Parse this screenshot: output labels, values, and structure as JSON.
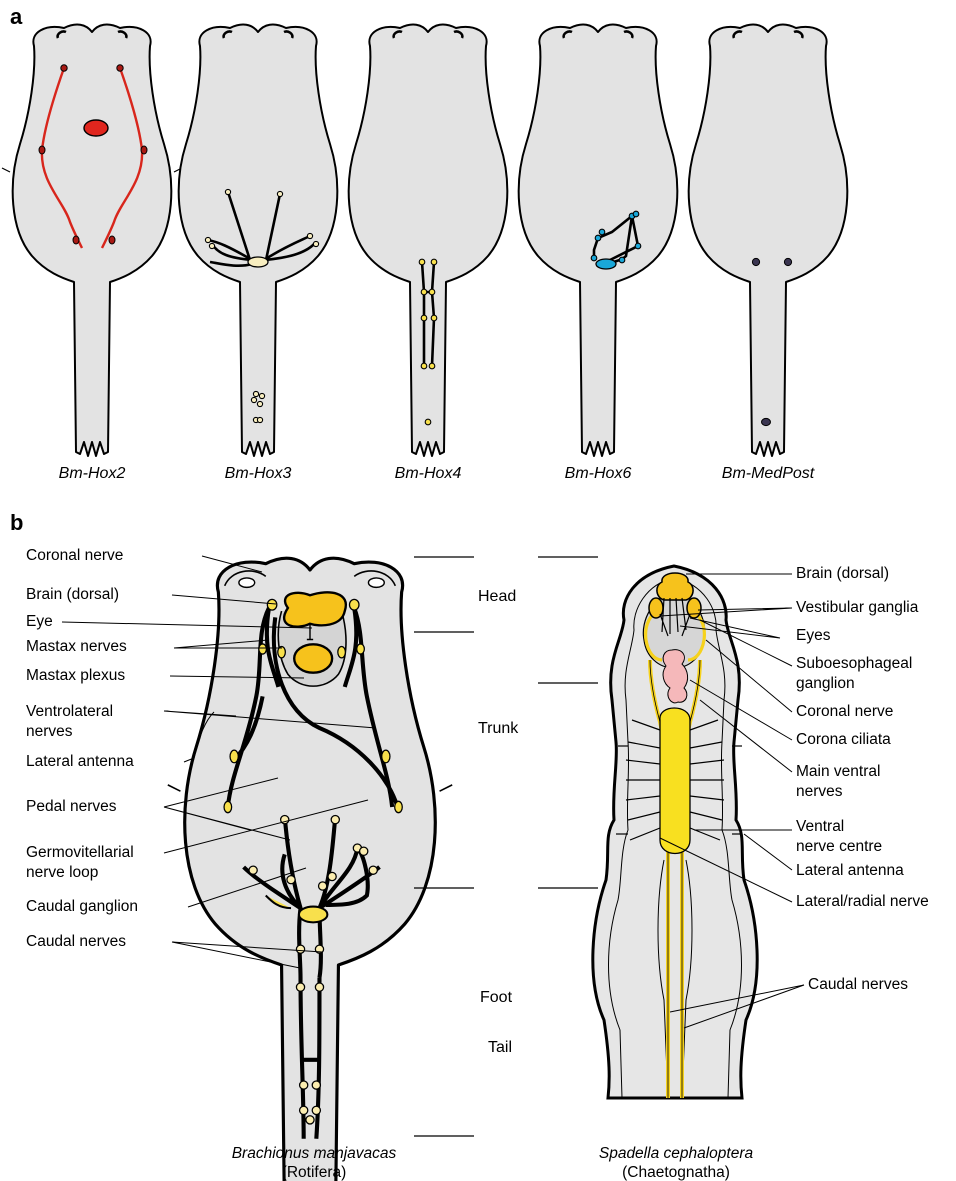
{
  "figure": {
    "panel_a_letter": "a",
    "panel_b_letter": "b",
    "panel_a": {
      "genes": [
        "Bm-Hox2",
        "Bm-Hox3",
        "Bm-Hox4",
        "Bm-Hox6",
        "Bm-MedPost"
      ],
      "colors": {
        "hox2": "#e0261e",
        "hox3": "#f8eec0",
        "hox4": "#f8e04c",
        "hox6": "#1aa7d8",
        "medpost": "#3a3550"
      }
    },
    "panel_b": {
      "rotifer_labels": {
        "coronal": "Coronal nerve",
        "brain": "Brain (dorsal)",
        "eye": "Eye",
        "mastax_nerves": "Mastax nerves",
        "mastax_plexus": "Mastax plexus",
        "ventrolateral_1": "Ventrolateral",
        "ventrolateral_2": "nerves",
        "lateral_antenna": "Lateral antenna",
        "pedal": "Pedal nerves",
        "germo_1": "Germovitellarial",
        "germo_2": "nerve loop",
        "caudal_ganglion": "Caudal ganglion",
        "caudal_nerves": "Caudal nerves"
      },
      "regions": {
        "head": "Head",
        "trunk": "Trunk",
        "foot": "Foot",
        "tail": "Tail"
      },
      "chaetognath_labels": {
        "brain": "Brain (dorsal)",
        "vestibular": "Vestibular ganglia",
        "eyes": "Eyes",
        "subesoph_1": "Suboesophageal",
        "subesoph_2": "ganglion",
        "coronal": "Coronal nerve",
        "corona": "Corona ciliata",
        "main_ventral_1": "Main ventral",
        "main_ventral_2": "nerves",
        "ventral_centre_1": "Ventral",
        "ventral_centre_2": "nerve centre",
        "lateral_antenna": "Lateral antenna",
        "lateral_radial": "Lateral/radial nerve",
        "caudal_nerves": "Caudal nerves"
      },
      "species": {
        "rotifer_name": "Brachionus manjavacas",
        "rotifer_group": "(Rotifera)",
        "chaeto_name": "Spadella cephaloptera",
        "chaeto_group": "(Chaetognatha)"
      }
    }
  }
}
